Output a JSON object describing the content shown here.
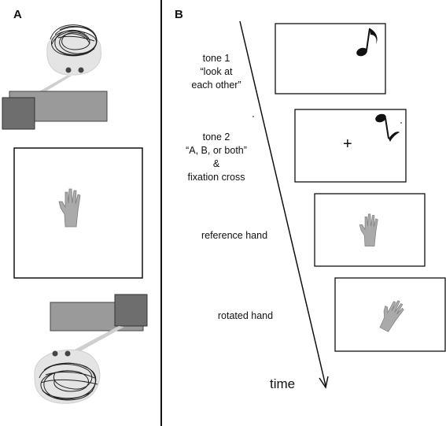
{
  "panel_a": {
    "label": "A"
  },
  "panel_b": {
    "label": "B",
    "steps": [
      {
        "lines": [
          "tone 1",
          "“look at",
          "each other”"
        ],
        "content": "music-note"
      },
      {
        "lines": [
          "tone 2",
          "“A, B, or both”",
          "&",
          "fixation cross"
        ],
        "content": "music-note-and-fixation-cross",
        "cross": "+"
      },
      {
        "lines": [
          "reference hand"
        ],
        "content": "reference-hand"
      },
      {
        "lines": [
          "rotated hand"
        ],
        "content": "rotated-hand"
      }
    ],
    "time_label": "time"
  },
  "colors": {
    "line": "#111111",
    "table_light": "#9a9a9a",
    "table_dark": "#6e6e6e",
    "head_fill": "#e2e2e2",
    "scribble": "#222222",
    "hand": "#a9a9a9"
  }
}
